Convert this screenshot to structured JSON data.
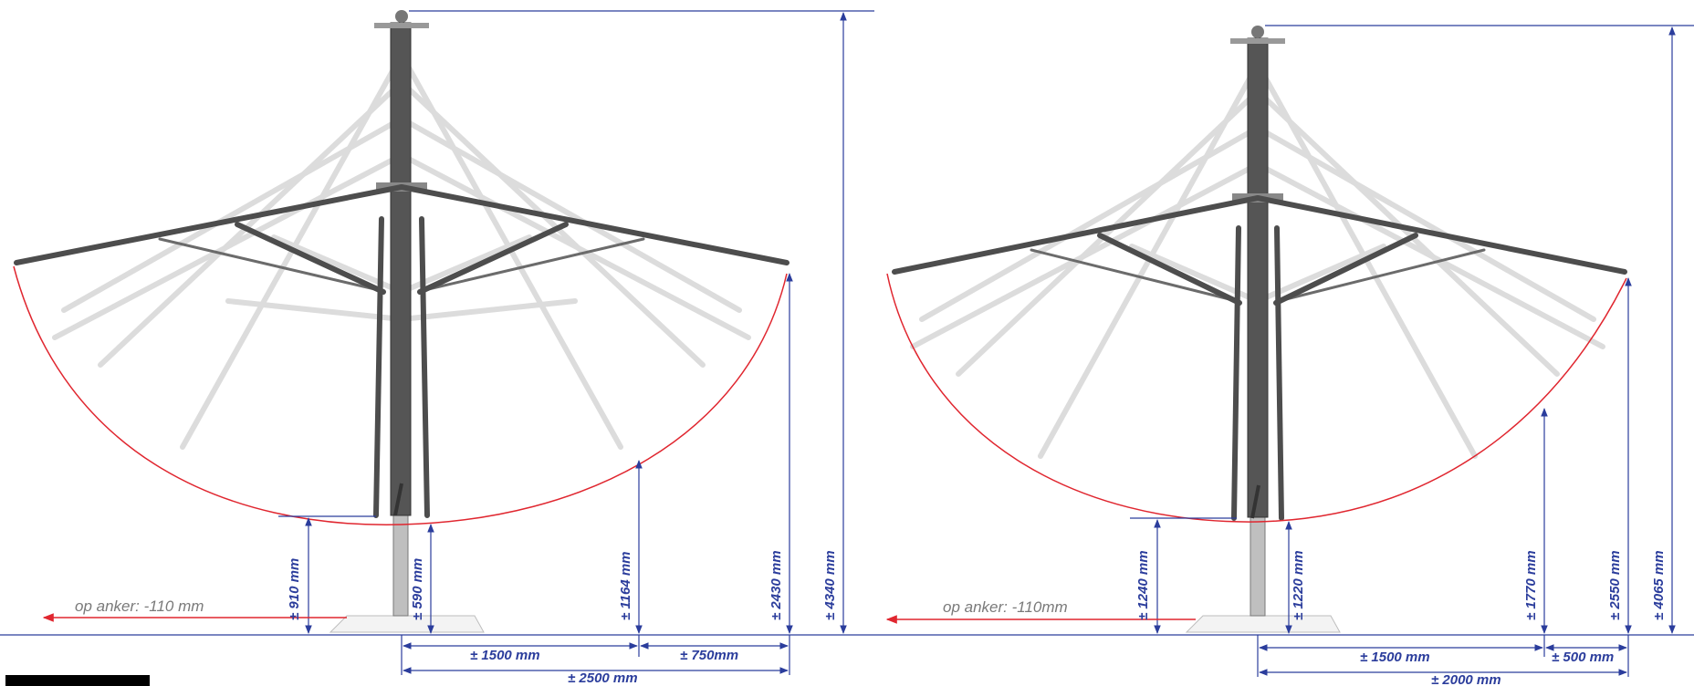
{
  "colors": {
    "dimension": "#2b3d9c",
    "arc": "#e0262f",
    "frame": "#4d4d4d",
    "ghost": "#dcdcdc",
    "note": "#7a7a7a"
  },
  "left": {
    "anchor_note": "op anker: -110 mm",
    "vertical_dims": [
      "± 910  mm",
      "± 590 mm",
      "± 1164 mm",
      "± 2430 mm",
      "± 4340  mm"
    ],
    "horizontal_dims": [
      "± 1500 mm",
      "± 750mm",
      "±  2500 mm"
    ]
  },
  "right": {
    "anchor_note": "op anker: -110mm",
    "vertical_dims": [
      "± 1240 mm",
      "± 1220 mm",
      "± 1770  mm",
      "± 2550 mm",
      "± 4065 mm"
    ],
    "horizontal_dims": [
      "± 1500 mm",
      "± 500 mm",
      "± 2000 mm"
    ]
  }
}
